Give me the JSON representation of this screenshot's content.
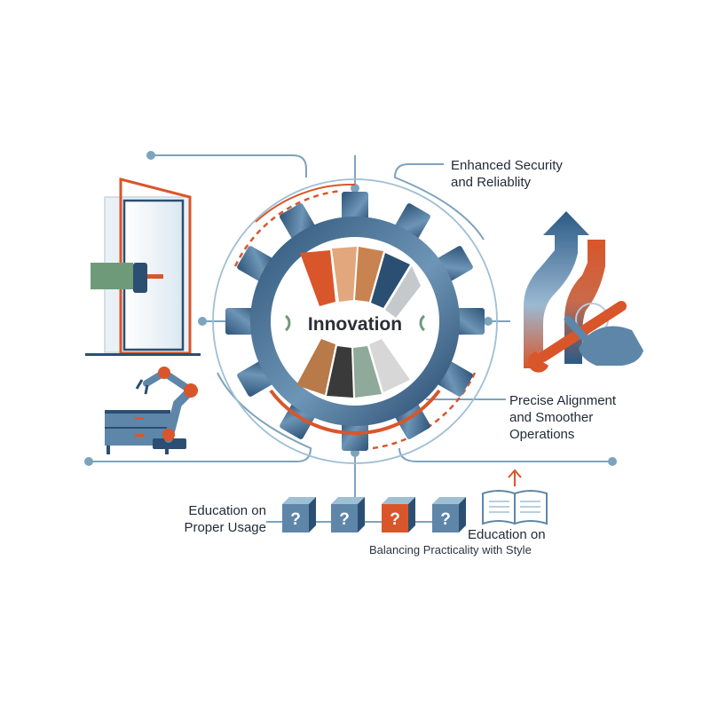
{
  "center": {
    "label": "Innovation"
  },
  "labels": {
    "security": [
      "Enhanced Security",
      "and Reliablity"
    ],
    "alignment": [
      "Precise Alignment",
      "and Smoother",
      "Operations"
    ],
    "usage": [
      "Education on",
      "Proper Usage"
    ],
    "style_title": "Education on",
    "style_subtitle": "Balancing Practicality with Style"
  },
  "cubes": [
    {
      "symbol": "?",
      "variant": "blue"
    },
    {
      "symbol": "?",
      "variant": "blue"
    },
    {
      "symbol": "?",
      "variant": "orange"
    },
    {
      "symbol": "?",
      "variant": "blue"
    }
  ],
  "icons": [
    "door-lock-icon",
    "robot-arm-icon",
    "furniture-drawer-icon",
    "up-arrow-icon",
    "wrench-hand-icon",
    "open-book-icon",
    "gear-icon"
  ],
  "colors": {
    "navy": "#2b4f72",
    "steel": "#5e86a8",
    "orange": "#d9562a",
    "line": "#7ea3bd",
    "green": "#6f9a7a"
  }
}
